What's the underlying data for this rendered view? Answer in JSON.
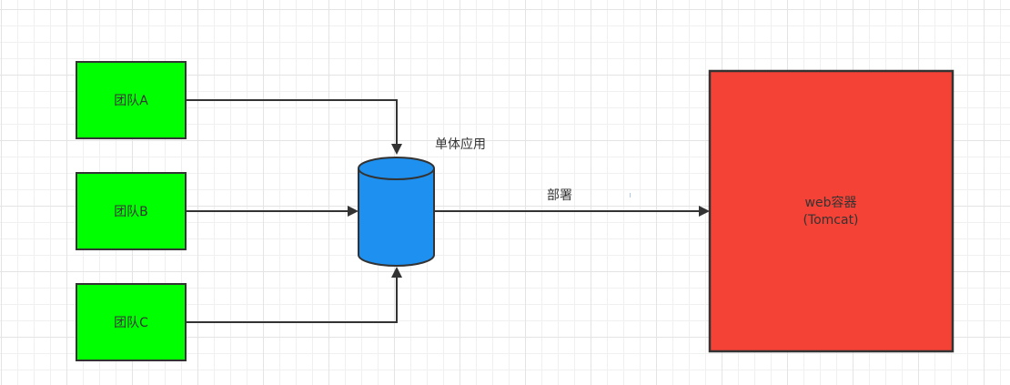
{
  "diagram": {
    "teams": [
      {
        "label": "团队A"
      },
      {
        "label": "团队B"
      },
      {
        "label": "团队C"
      }
    ],
    "app": {
      "label": "单体应用"
    },
    "deploy_edge": {
      "label": "部署"
    },
    "container": {
      "line1": "web容器",
      "line2": "(Tomcat)"
    },
    "colors": {
      "team_fill": "#00ff00",
      "app_fill": "#1e90f0",
      "container_fill": "#f44336",
      "stroke": "#333333"
    }
  }
}
